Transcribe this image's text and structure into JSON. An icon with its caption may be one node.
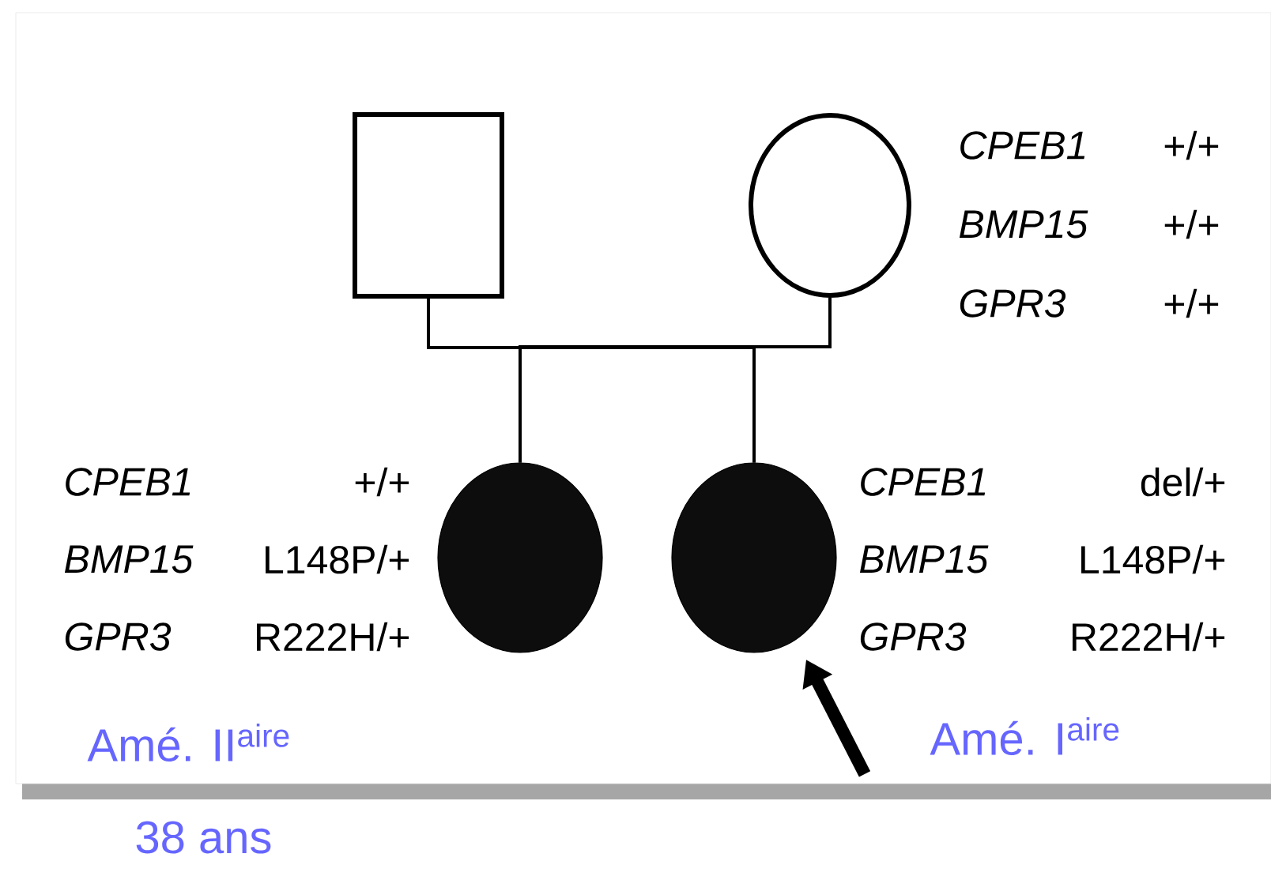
{
  "diagram": {
    "nodes": [
      {
        "text": [],
        "shape": "box"
      },
      {
        "text": [],
        "shape": "circle",
        "beside": [
          "CPEB1",
          "+/+",
          "BMP15",
          "+/+",
          "GPR3",
          "+/+"
        ]
      },
      {
        "text": [],
        "shape": "circle",
        "beside": [
          "CPEB1",
          "+/+",
          "BMP15",
          "L148P/+",
          "GPR3",
          "R222H/+"
        ]
      },
      {
        "text": [],
        "shape": "circle",
        "beside": [
          "CPEB1",
          "del/+",
          "BMP15",
          "L148P/+",
          "GPR3",
          "R222H/+"
        ]
      }
    ],
    "edges": [
      {
        "from": 0,
        "to": 2,
        "arrow": "none"
      },
      {
        "from": 0,
        "to": 3,
        "arrow": "none"
      },
      {
        "from": 1,
        "to": 2,
        "arrow": "none"
      },
      {
        "from": 1,
        "to": 3,
        "arrow": "none"
      },
      {
        "from": null,
        "to": 3,
        "arrow": "to",
        "style": "thick"
      }
    ],
    "labels": [
      "Amé. II$^{aire}$",
      "38 ans",
      "Amé. I$^{aire}$"
    ]
  }
}
